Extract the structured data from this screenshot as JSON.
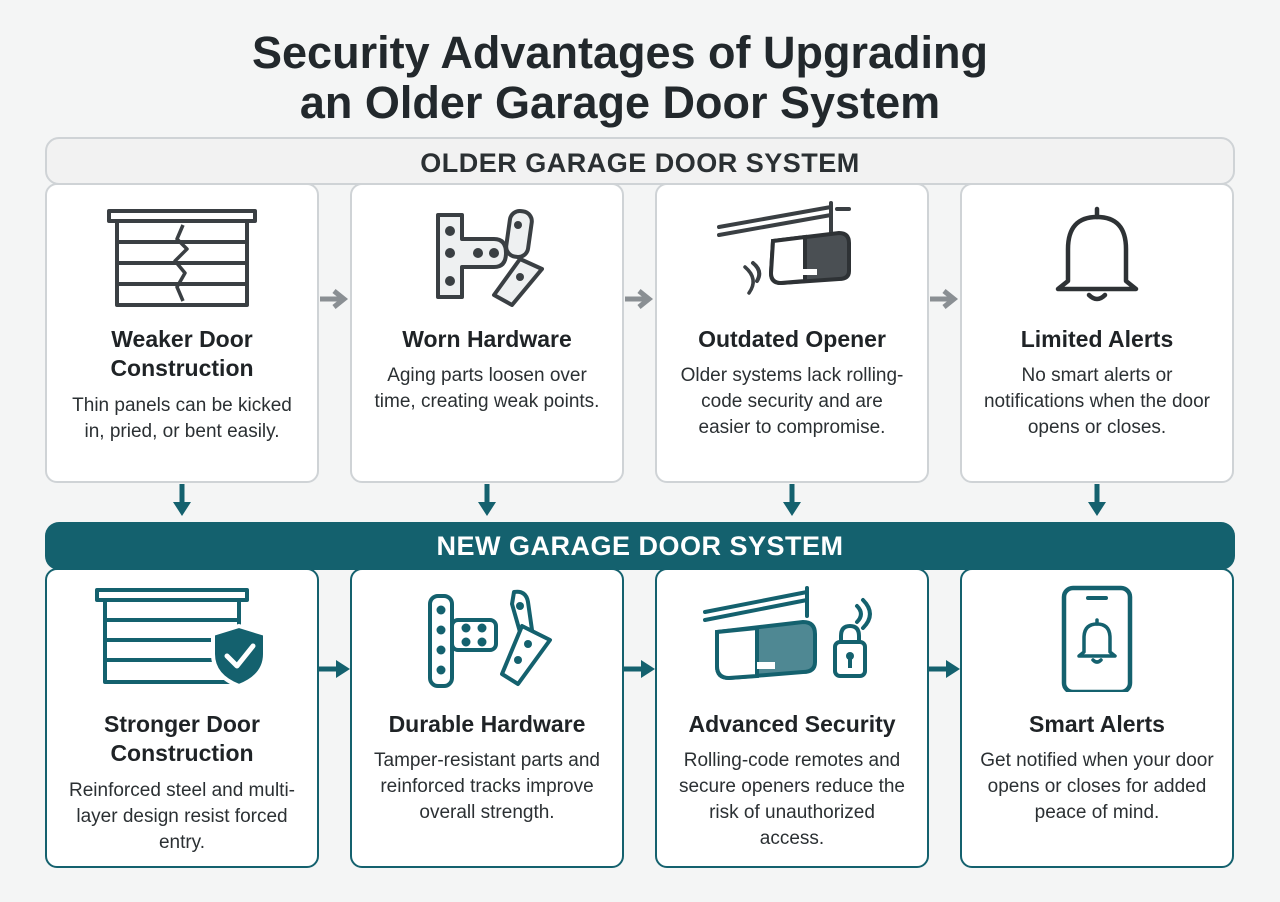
{
  "title": {
    "line1": "Security Advantages of Upgrading",
    "line2": "an Older Garage Door System"
  },
  "older": {
    "header": "OLDER GARAGE DOOR SYSTEM",
    "cards": [
      {
        "title1": "Weaker Door",
        "title2": "Construction",
        "desc": "Thin panels can be kicked in, pried, or bent easily.",
        "icon": "cracked-garage-door-icon"
      },
      {
        "title1": "Worn Hardware",
        "title2": "",
        "desc": "Aging parts loosen over time, creating weak points.",
        "icon": "worn-hinge-icon"
      },
      {
        "title1": "Outdated Opener",
        "title2": "",
        "desc": "Older systems lack rolling-code security and are easier to compromise.",
        "icon": "garage-opener-icon"
      },
      {
        "title1": "Limited Alerts",
        "title2": "",
        "desc": "No smart alerts or notifications when the door opens or closes.",
        "icon": "bell-icon"
      }
    ]
  },
  "newer": {
    "header": "NEW GARAGE DOOR SYSTEM",
    "cards": [
      {
        "title1": "Stronger Door",
        "title2": "Construction",
        "desc": "Reinforced steel and multi-layer design resist forced entry.",
        "icon": "shielded-garage-door-icon"
      },
      {
        "title1": "Durable Hardware",
        "title2": "",
        "desc": "Tamper-resistant parts and reinforced tracks improve overall strength.",
        "icon": "durable-hinge-icon"
      },
      {
        "title1": "Advanced Security",
        "title2": "",
        "desc": "Rolling-code remotes and secure openers reduce the risk of unauthorized access.",
        "icon": "secure-opener-lock-icon"
      },
      {
        "title1": "Smart Alerts",
        "title2": "",
        "desc": "Get notified when your door opens or closes for added peace of mind.",
        "icon": "phone-bell-icon"
      }
    ]
  },
  "colors": {
    "accent": "#14616e",
    "gray_arrow": "#8a8f93",
    "dark_text": "#1f2326",
    "border_gray": "#cfd3d6"
  }
}
